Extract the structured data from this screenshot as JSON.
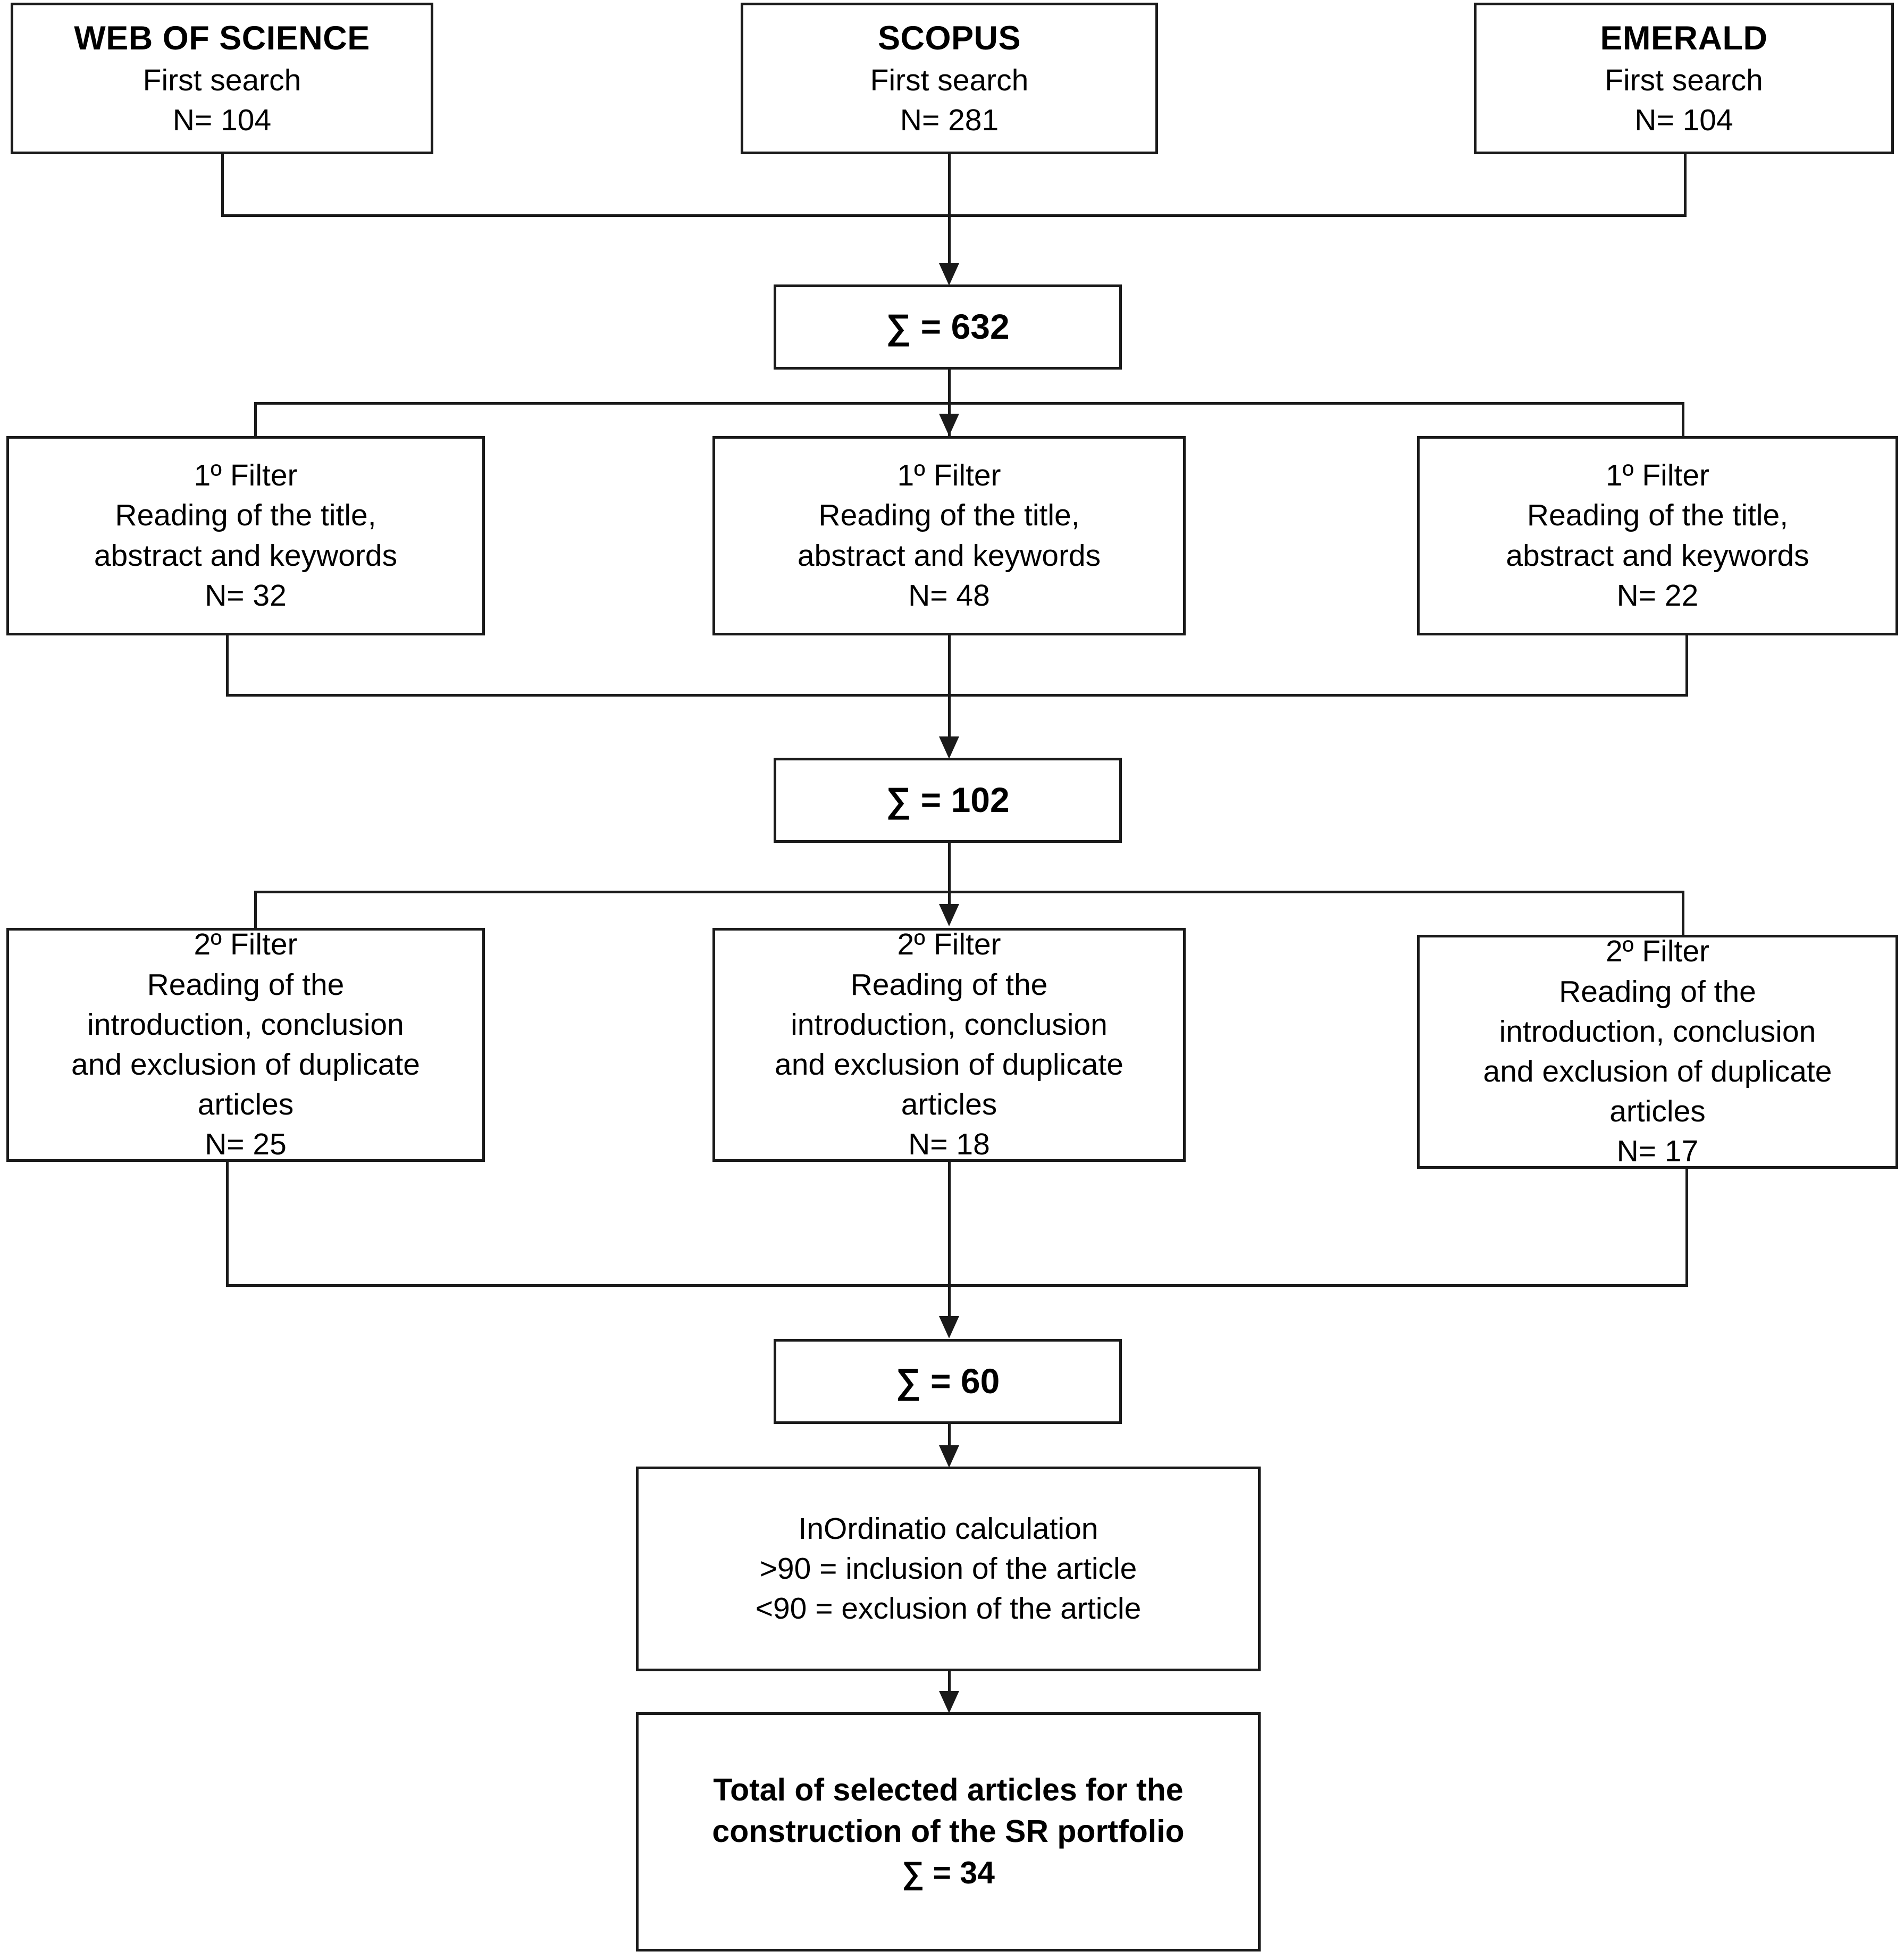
{
  "diagram": {
    "title": "Systematic review article selection flowchart",
    "stroke_color": "#1a1a1a",
    "background_color": "#ffffff"
  },
  "sources": [
    {
      "name": "web-of-science",
      "title": "WEB OF SCIENCE",
      "stage": "First search",
      "count": "N= 104"
    },
    {
      "name": "scopus",
      "title": "SCOPUS",
      "stage": "First search",
      "count": "N= 281"
    },
    {
      "name": "emerald",
      "title": "EMERALD",
      "stage": "First search",
      "count": "N= 104"
    }
  ],
  "sum_first": {
    "label": "∑ = 632"
  },
  "filter1": [
    {
      "name": "filter1-web-of-science",
      "heading": "1º Filter",
      "desc_line1": "Reading  of the title,",
      "desc_line2": "abstract  and keywords",
      "count": "N= 32"
    },
    {
      "name": "filter1-scopus",
      "heading": "1º Filter",
      "desc_line1": "Reading  of the title,",
      "desc_line2": "abstract  and keywords",
      "count": "N= 48"
    },
    {
      "name": "filter1-emerald",
      "heading": "1º Filter",
      "desc_line1": "Reading  of the title,",
      "desc_line2": "abstract  and keywords",
      "count": "N= 22"
    }
  ],
  "sum_second": {
    "label": "∑ = 102"
  },
  "filter2": [
    {
      "name": "filter2-web-of-science",
      "heading": "2º Filter",
      "desc_line1": "Reading  of the",
      "desc_line2": "introduction,  conclusion",
      "desc_line3": "and exclusion  of duplicate",
      "desc_line4": "articles",
      "count": "N= 25"
    },
    {
      "name": "filter2-scopus",
      "heading": "2º Filter",
      "desc_line1": "Reading  of the",
      "desc_line2": "introduction,  conclusion",
      "desc_line3": "and exclusion  of duplicate",
      "desc_line4": "articles",
      "count": "N= 18"
    },
    {
      "name": "filter2-emerald",
      "heading": "2º Filter",
      "desc_line1": "Reading  of the",
      "desc_line2": "introduction,  conclusion",
      "desc_line3": "and exclusion  of duplicate",
      "desc_line4": "articles",
      "count": "N= 17"
    }
  ],
  "sum_third": {
    "label": "∑ = 60"
  },
  "calculation": {
    "line1": "InOrdinatio  calculation",
    "line2": ">90 = inclusion  of the article",
    "line3": "<90 = exclusion  of the article"
  },
  "final": {
    "line1": "Total of selected  articles  for the",
    "line2": "construction  of the SR portfolio",
    "line3": "∑ = 34"
  },
  "chart_data": {
    "type": "table",
    "title": "Systematic review article selection flowchart",
    "categories": [
      "Web of Science",
      "Scopus",
      "Emerald"
    ],
    "series": [
      {
        "name": "First search",
        "values": [
          104,
          281,
          104
        ]
      },
      {
        "name": "1º Filter",
        "values": [
          32,
          48,
          22
        ]
      },
      {
        "name": "2º Filter",
        "values": [
          25,
          18,
          17
        ]
      }
    ],
    "totals": {
      "first_search": 632,
      "after_filter1": 102,
      "after_filter2": 60,
      "final_portfolio": 34
    },
    "inordinatio_threshold": 90
  }
}
